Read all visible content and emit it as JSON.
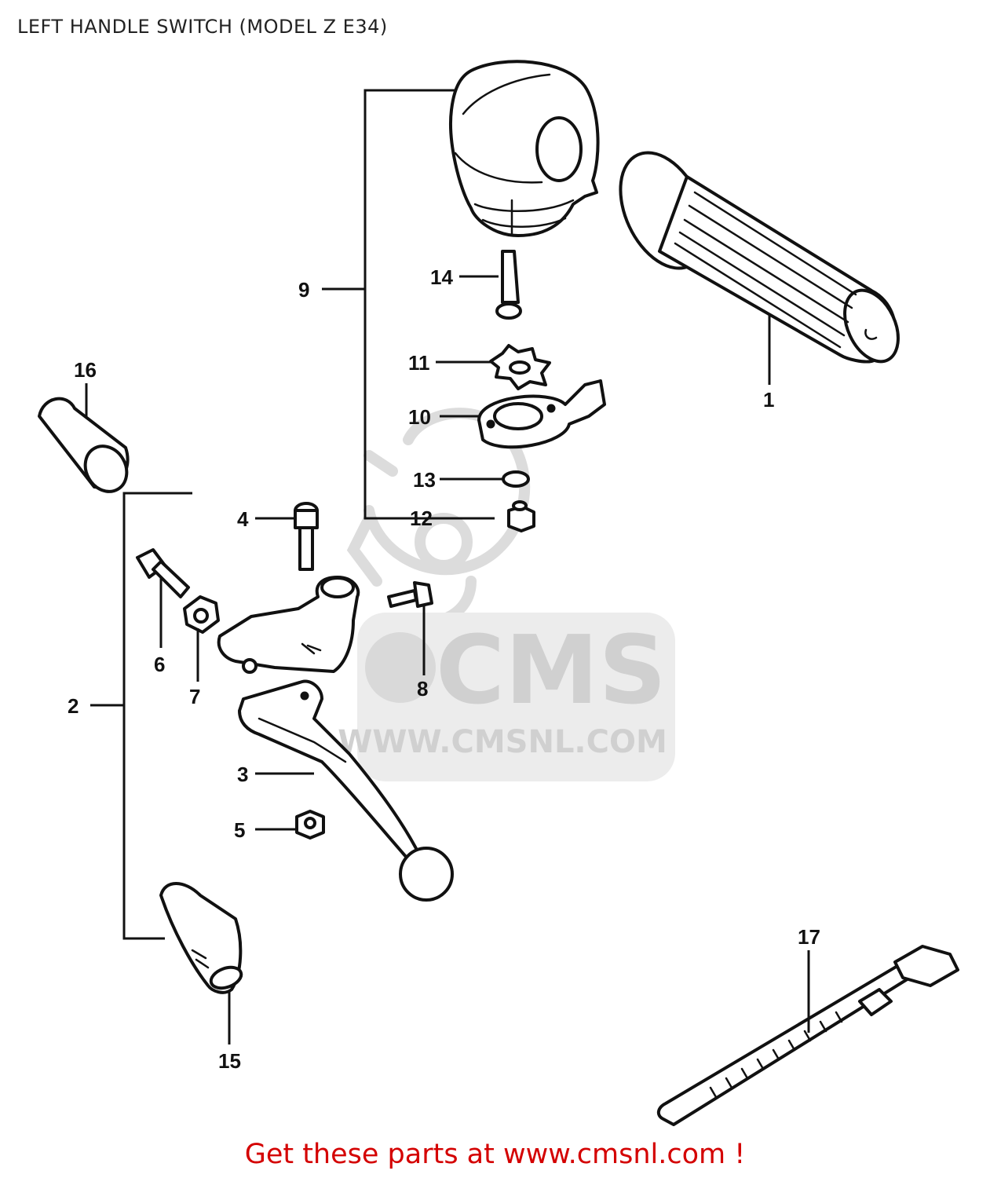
{
  "title": "LEFT HANDLE SWITCH (MODEL Z E34)",
  "footer": "Get these parts at www.cmsnl.com !",
  "footer_color": "#d40000",
  "watermark": {
    "logo_text": "CMS",
    "url_text": "WWW.CMSNL.COM",
    "color": "#d8d8d8"
  },
  "callouts": [
    {
      "id": "1",
      "label": "1"
    },
    {
      "id": "2",
      "label": "2"
    },
    {
      "id": "3",
      "label": "3"
    },
    {
      "id": "4",
      "label": "4"
    },
    {
      "id": "5",
      "label": "5"
    },
    {
      "id": "6",
      "label": "6"
    },
    {
      "id": "7",
      "label": "7"
    },
    {
      "id": "8",
      "label": "8"
    },
    {
      "id": "9",
      "label": "9"
    },
    {
      "id": "10",
      "label": "10"
    },
    {
      "id": "11",
      "label": "11"
    },
    {
      "id": "12",
      "label": "12"
    },
    {
      "id": "13",
      "label": "13"
    },
    {
      "id": "14",
      "label": "14"
    },
    {
      "id": "15",
      "label": "15"
    },
    {
      "id": "16",
      "label": "16"
    },
    {
      "id": "17",
      "label": "17"
    }
  ]
}
